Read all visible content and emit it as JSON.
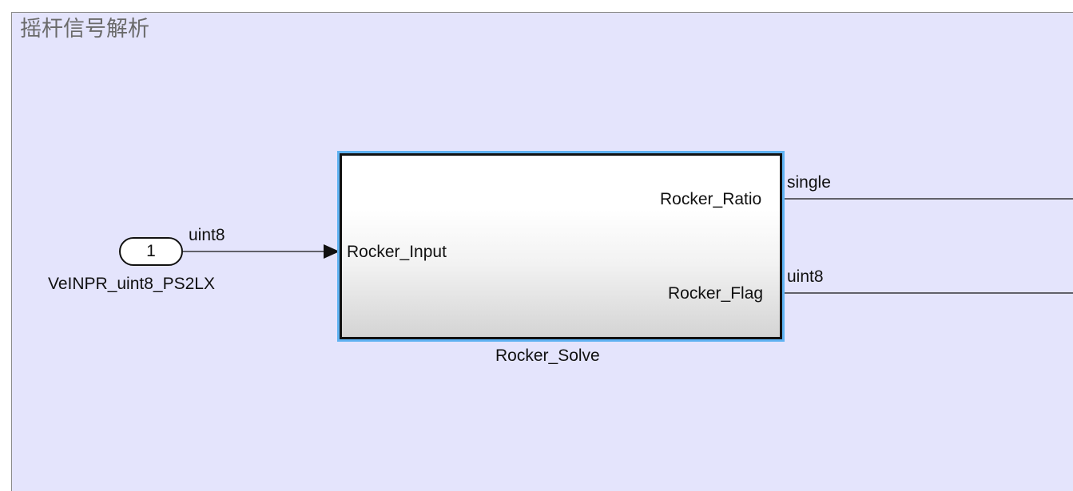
{
  "area": {
    "title": "摇杆信号解析"
  },
  "inport": {
    "number": "1",
    "name": "VeINPR_uint8_PS2LX",
    "signal_type": "uint8"
  },
  "subsystem": {
    "name": "Rocker_Solve",
    "input_port": "Rocker_Input",
    "output_ports": [
      {
        "label": "Rocker_Ratio",
        "signal_type": "single"
      },
      {
        "label": "Rocker_Flag",
        "signal_type": "uint8"
      }
    ]
  },
  "colors": {
    "area_background": "#e4e4fc",
    "selection_highlight": "#5fb2f2",
    "line": "#111111"
  }
}
